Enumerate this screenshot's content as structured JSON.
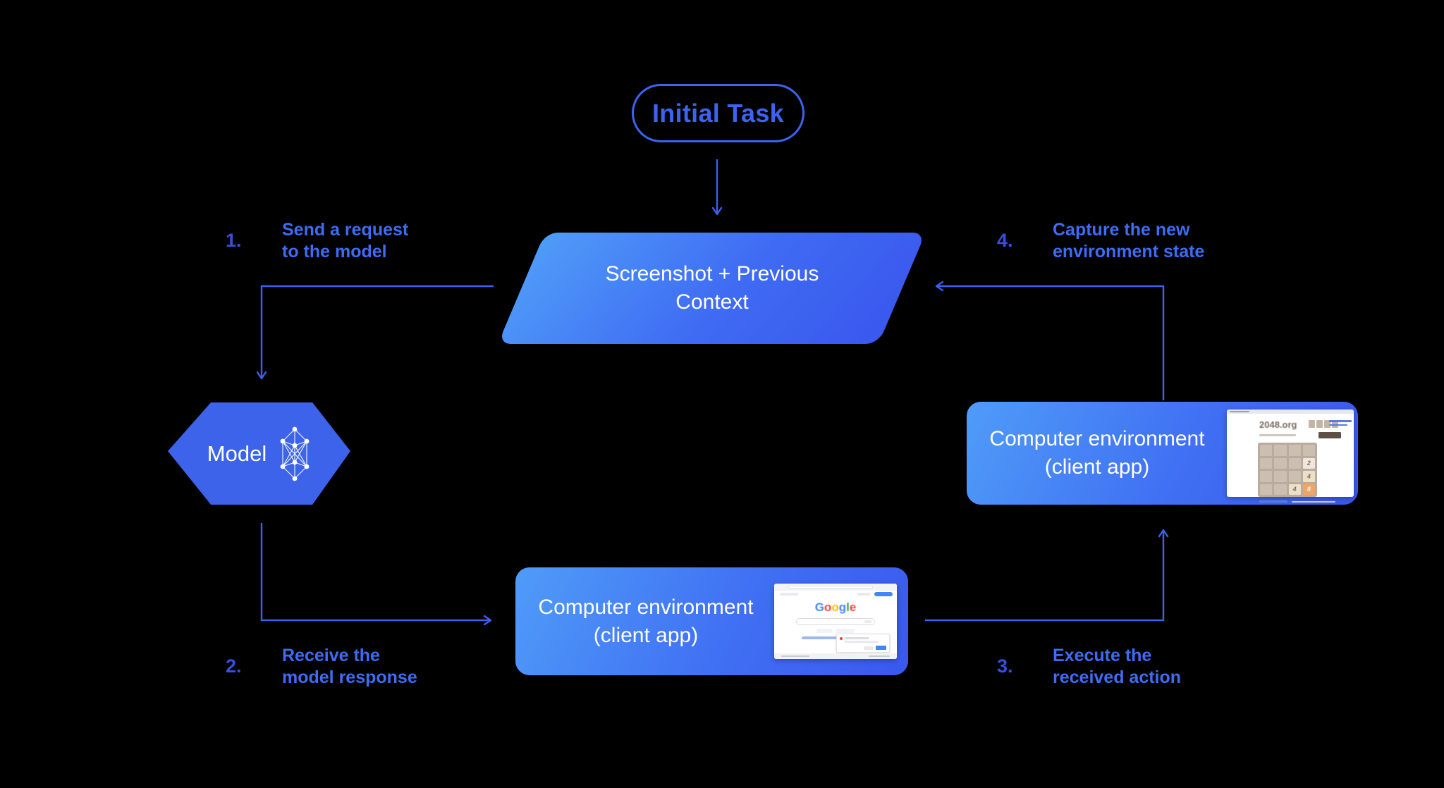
{
  "colors": {
    "background": "#000000",
    "accent_blue": "#3C63F2",
    "connector_blue": "#3B61F1",
    "step_number_blue": "#3550DE",
    "step_text_blue": "#3E6CF4",
    "shape_gradient_start": "#4F9CF8",
    "shape_gradient_end": "#3A58EE",
    "hexagon_blue": "#3E63EB",
    "text_on_blue": "#FFFFFF"
  },
  "nodes": {
    "initial_task": {
      "label": "Initial Task"
    },
    "screenshot_context": {
      "lines": [
        "Screenshot + Previous",
        "Context"
      ]
    },
    "model": {
      "label": "Model",
      "icon": "neural-network-icon"
    },
    "env_bottom": {
      "lines": [
        "Computer environment",
        "(client app)"
      ],
      "thumbnail": "google-search-screenshot"
    },
    "env_right": {
      "lines": [
        "Computer environment",
        "(client app)"
      ],
      "thumbnail": "2048-game-screenshot"
    }
  },
  "steps": [
    {
      "number": "1.",
      "lines": [
        "Send a request",
        "to the model"
      ]
    },
    {
      "number": "2.",
      "lines": [
        "Receive the",
        "model response"
      ]
    },
    {
      "number": "3.",
      "lines": [
        "Execute the",
        "received action"
      ]
    },
    {
      "number": "4.",
      "lines": [
        "Capture the new",
        "environment state"
      ]
    }
  ],
  "thumbnails": {
    "google_search": {
      "logo_letters": [
        "G",
        "o",
        "o",
        "g",
        "l",
        "e"
      ]
    },
    "game_2048": {
      "site_title": "2048.org",
      "tiles": [
        {
          "value": "2",
          "row": 2,
          "col": 4
        },
        {
          "value": "4",
          "row": 3,
          "col": 4
        },
        {
          "value": "4",
          "row": 4,
          "col": 3
        },
        {
          "value": "8",
          "row": 4,
          "col": 4
        }
      ]
    }
  }
}
